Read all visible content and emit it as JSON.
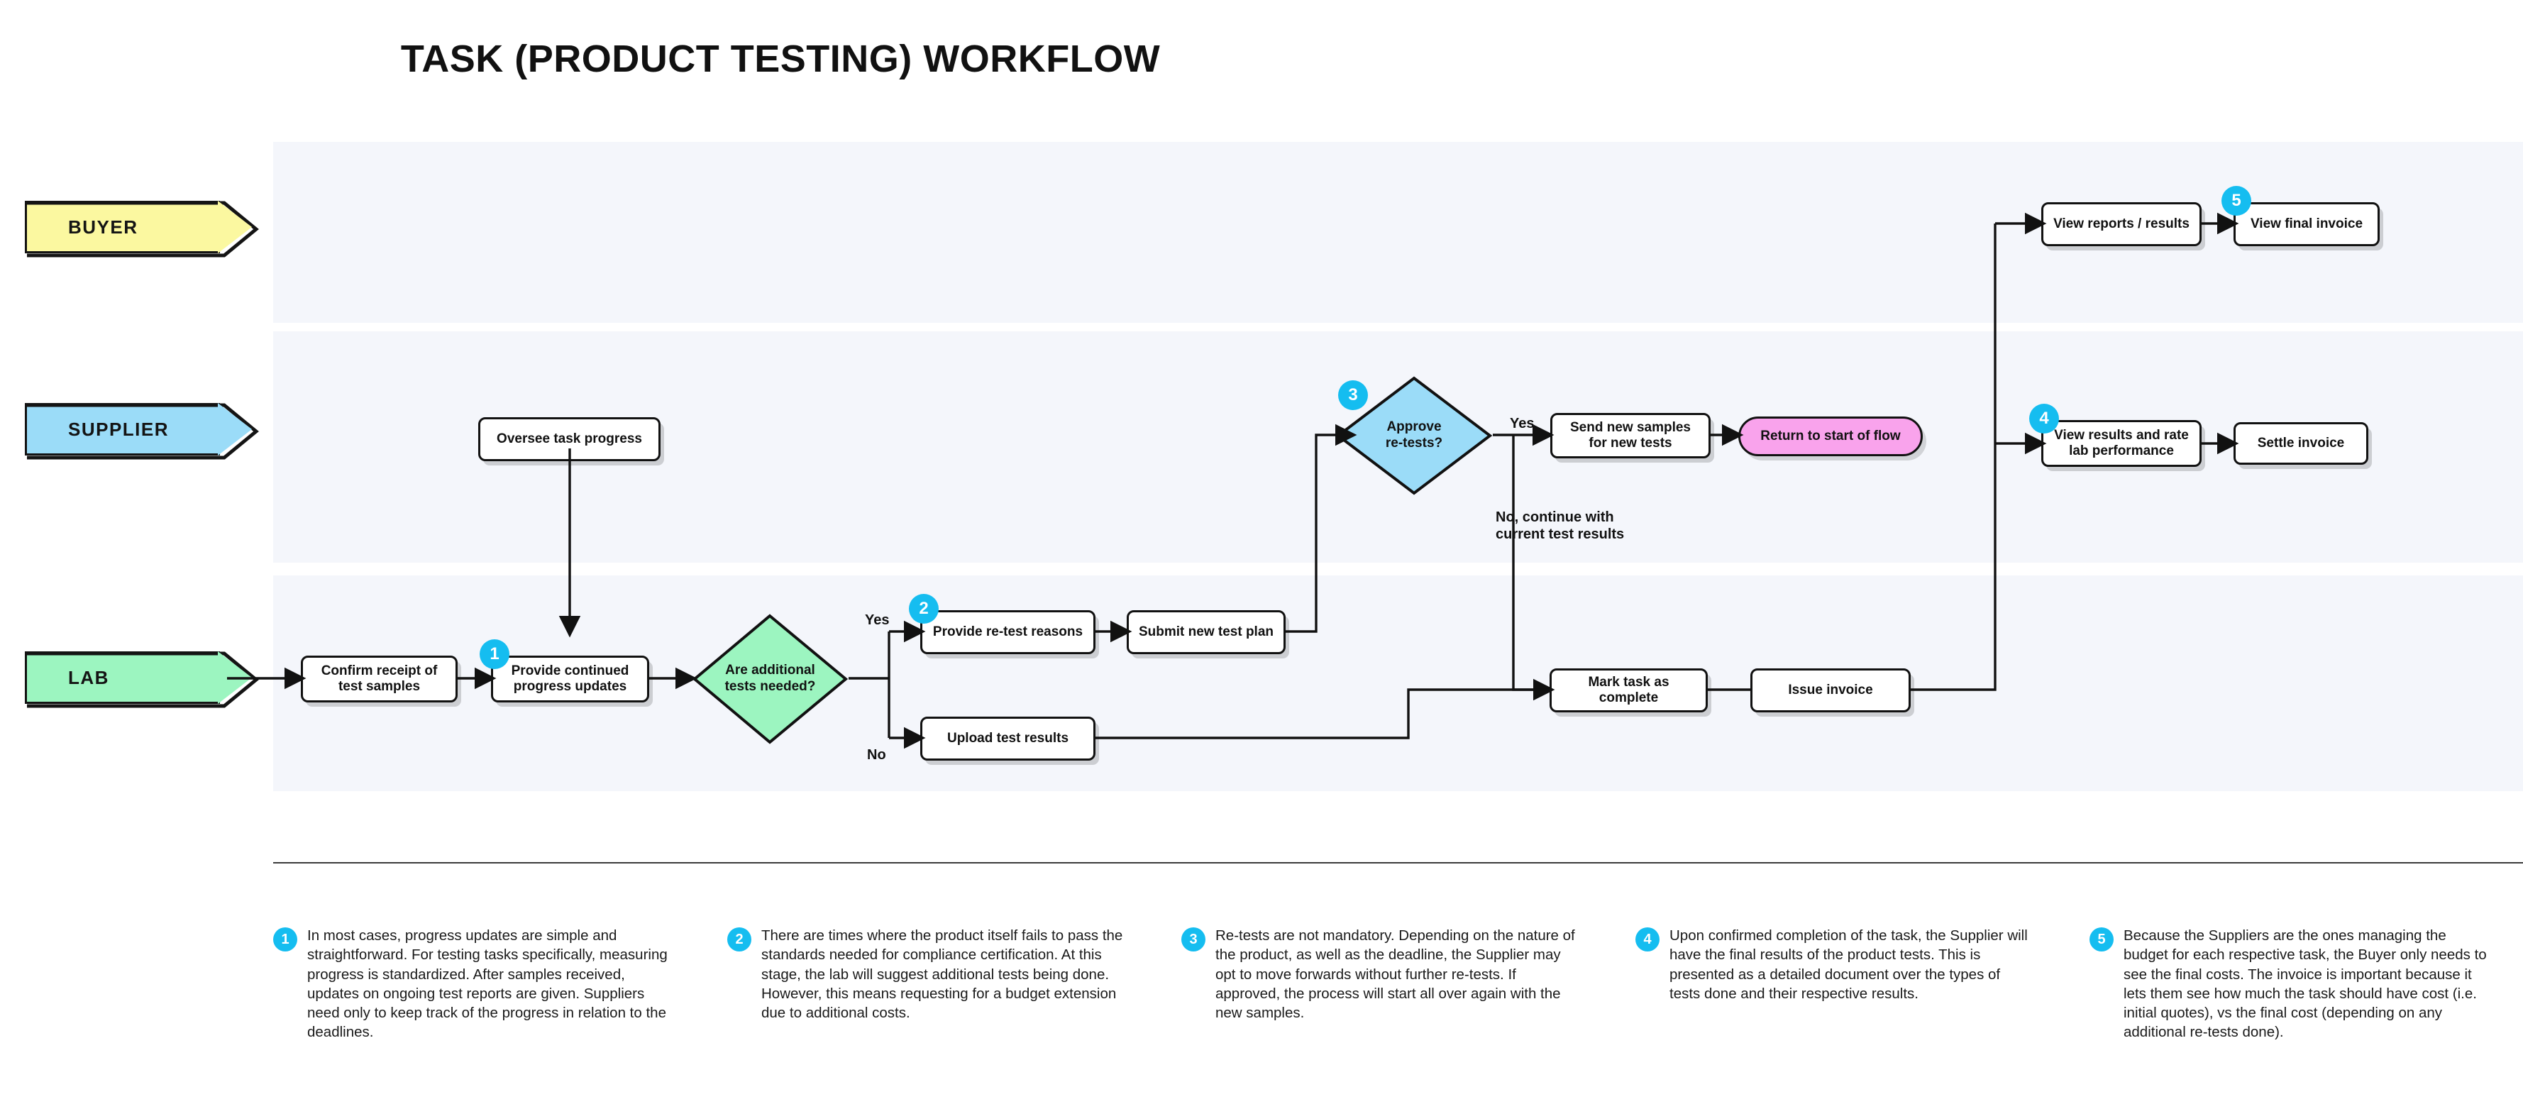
{
  "page": {
    "title": "TASK (PRODUCT TESTING) WORKFLOW",
    "accent_color": "#15bdf0",
    "lane_background": "#f4f6fb"
  },
  "lanes": [
    {
      "key": "buyer",
      "label": "BUYER",
      "color": "#fbf8a0"
    },
    {
      "key": "supplier",
      "label": "SUPPLIER",
      "color": "#9bdcf8"
    },
    {
      "key": "lab",
      "label": "LAB",
      "color": "#9cf5c0"
    }
  ],
  "nodes": {
    "view_reports": "View reports / results",
    "view_final_invoice": "View final invoice",
    "oversee": "Oversee task progress",
    "approve_retests": "Approve\nre-tests?",
    "send_new_samples": "Send new samples\nfor new tests",
    "return_to_start": "Return to start of flow",
    "view_results_rate": "View results and rate\nlab performance",
    "settle_invoice": "Settle invoice",
    "confirm_receipt": "Confirm receipt of\ntest samples",
    "progress_updates": "Provide continued\nprogress updates",
    "additional_tests": "Are additional\ntests needed?",
    "retest_reasons": "Provide re-test reasons",
    "submit_test_plan": "Submit new test plan",
    "upload_results": "Upload test results",
    "mark_complete": "Mark task as complete",
    "issue_invoice": "Issue invoice"
  },
  "edge_labels": {
    "yes_lab": "Yes",
    "no_lab": "No",
    "yes_supplier": "Yes",
    "no_supplier": "No, continue with\ncurrent test results"
  },
  "badges": {
    "b1": "1",
    "b2": "2",
    "b3": "3",
    "b4": "4",
    "b5": "5"
  },
  "footnotes": [
    {
      "num": "1",
      "text": "In most cases, progress updates are simple and straightforward.  For testing tasks specifically, measuring progress is standardized. After samples received, updates on ongoing test reports are given. Suppliers need only to keep track of the progress in relation to the deadlines."
    },
    {
      "num": "2",
      "text": "There are times where the product itself fails to pass the standards needed for compliance certification. At this stage, the lab will suggest additional tests being done. However, this means requesting for a budget extension due to additional costs."
    },
    {
      "num": "3",
      "text": "Re-tests are not mandatory. Depending on the nature of the product, as well as the deadline, the Supplier may opt to move forwards without further re-tests. If approved, the process will start all over again with the new samples."
    },
    {
      "num": "4",
      "text": "Upon confirmed completion of the task, the Supplier will have the final results of the product tests. This is presented as a detailed document over the types of tests done and their respective results."
    },
    {
      "num": "5",
      "text": "Because the Suppliers are the ones managing the budget for each respective task, the Buyer only needs to see the final costs. The invoice is important because it lets them see how much the task should have cost (i.e. initial quotes),  vs the final cost (depending on any additional re-tests done)."
    }
  ]
}
